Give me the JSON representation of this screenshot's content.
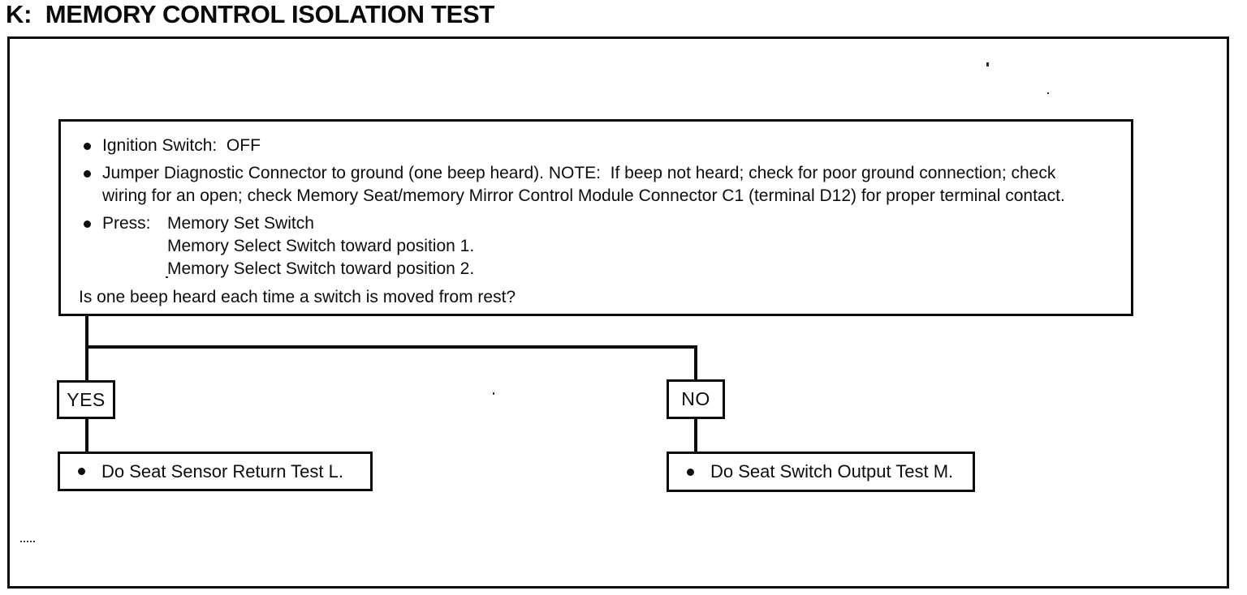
{
  "colors": {
    "ink": "#0d0d0d",
    "paper": "#ffffff"
  },
  "page": {
    "title": "K:  MEMORY CONTROL ISOLATION TEST"
  },
  "flowchart": {
    "instruction_box": {
      "bullets": [
        {
          "lines": [
            "Ignition Switch:  OFF"
          ]
        },
        {
          "lines": [
            "Jumper Diagnostic Connector to ground (one beep heard). NOTE:  If beep not heard; check for poor ground connection; check",
            "wiring for an open; check Memory Seat/memory Mirror Control Module Connector C1 (terminal D12) for proper terminal contact."
          ]
        },
        {
          "label": "Press:",
          "lines": [
            "Memory Set Switch",
            "Memory Select Switch toward position 1.",
            "Memory Select Switch toward position 2."
          ]
        }
      ],
      "question": "Is one beep heard each time a switch is moved from rest?"
    },
    "branches": [
      {
        "label": "YES",
        "result": "Do Seat Sensor Return Test L."
      },
      {
        "label": "NO",
        "result": "Do Seat Switch Output Test M."
      }
    ]
  }
}
